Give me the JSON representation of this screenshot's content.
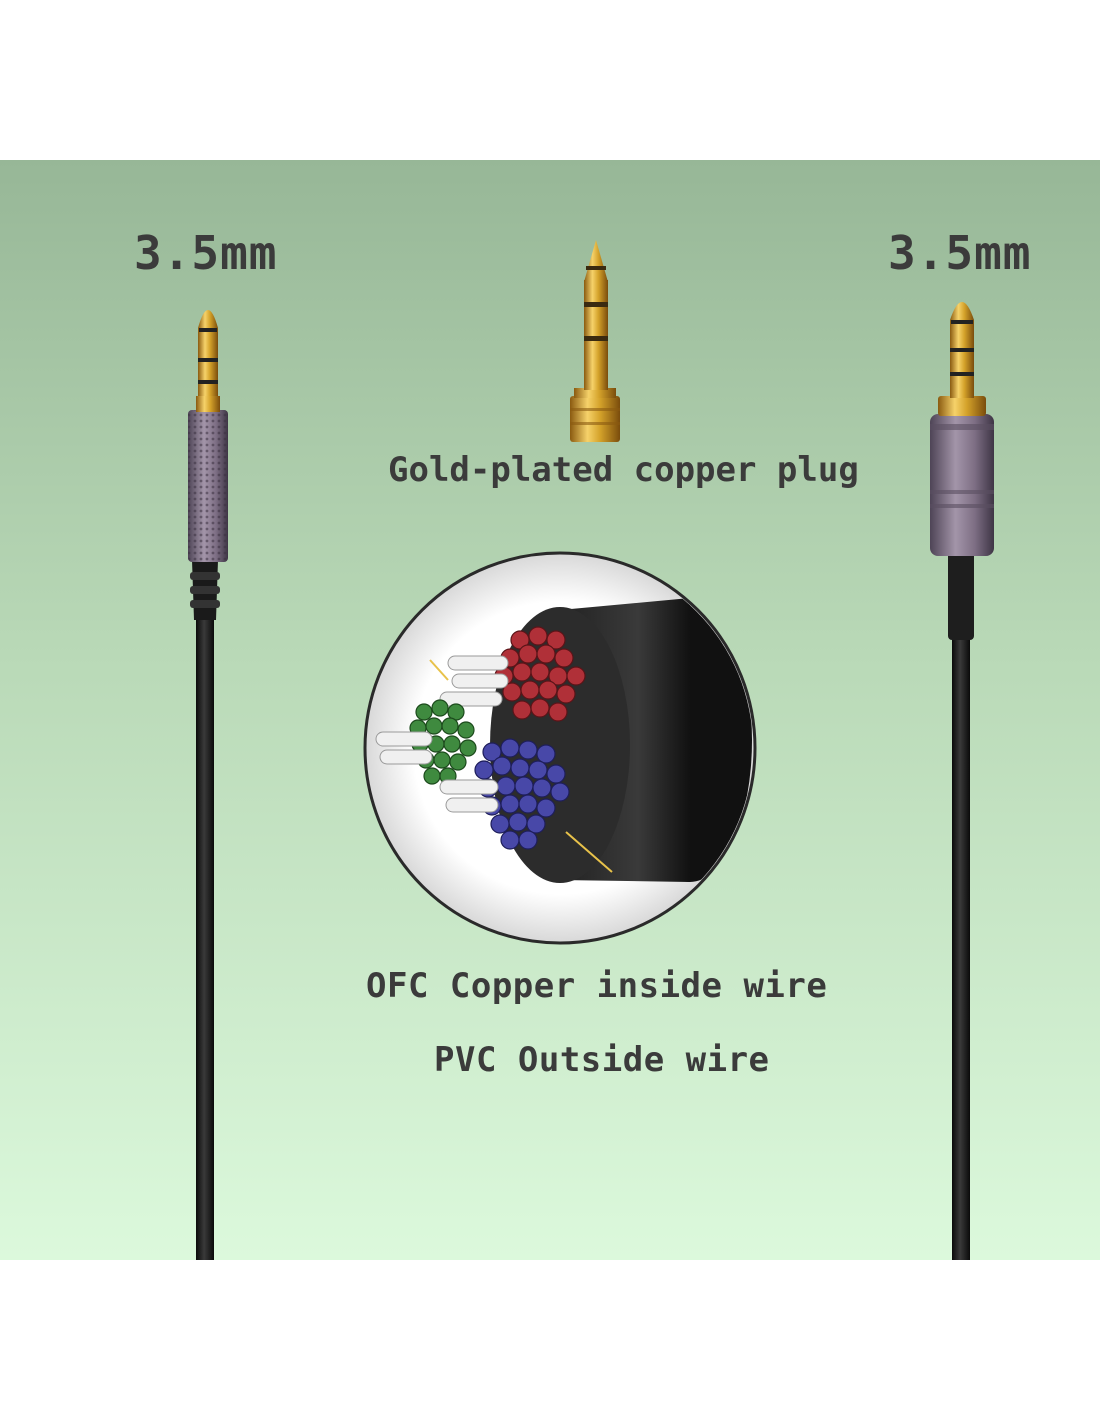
{
  "labels": {
    "left_connector": "3.5mm",
    "right_connector": "3.5mm",
    "adapter": "Gold-plated copper plug",
    "inner_wire": "OFC Copper inside wire",
    "outer_wire": "PVC Outside wire"
  },
  "colors": {
    "gradient_top": "#97b797",
    "gradient_mid": "#b9d9b7",
    "gradient_bottom": "#dcf9dc",
    "label_text": "#3b3b3b",
    "gold": "#d4a22a",
    "shell_purple": "#8f7f95",
    "cable_black": "#1e1e1e",
    "strand_red": "#b03038",
    "strand_green": "#3f8a3f",
    "strand_blue": "#4848a8"
  }
}
